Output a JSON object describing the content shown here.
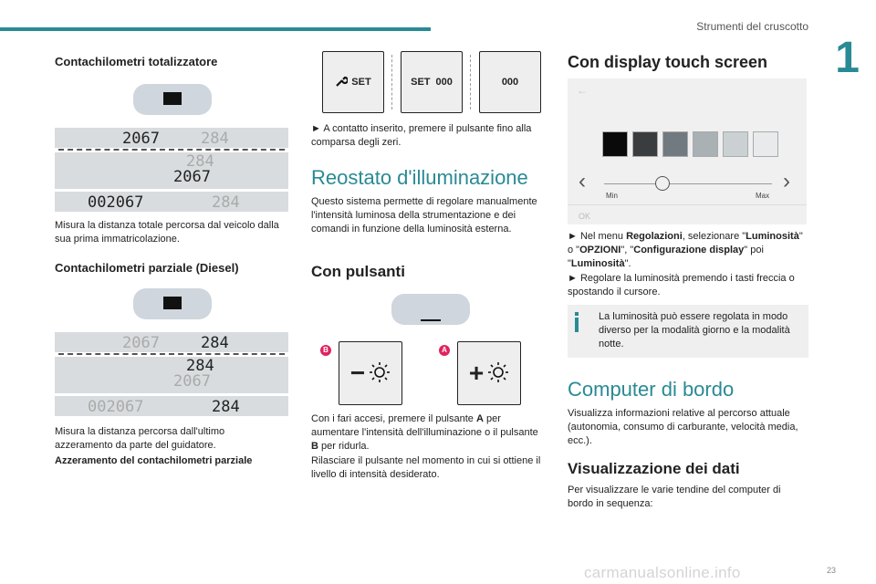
{
  "header": {
    "section": "Strumenti del cruscotto",
    "chapter": "1",
    "page": "23"
  },
  "watermark": "carmanualsonline.info",
  "col1": {
    "title1": "Contachilometri totalizzatore",
    "odo": {
      "strip1_a": "2067",
      "strip1_b": "284",
      "strip2_a": "284",
      "strip2_b": "2067",
      "strip3_a": "002067",
      "strip3_b": "284"
    },
    "desc1": "Misura la distanza totale percorsa dal veicolo dalla sua prima immatricolazione.",
    "title2": "Contachilometri parziale (Diesel)",
    "trip": {
      "strip1_a": "2067",
      "strip1_b": "284",
      "strip2_a": "284",
      "strip2_b": "2067",
      "strip3_a": "002067",
      "strip3_b": "284"
    },
    "desc2": "Misura la distanza percorsa dall'ultimo azzeramento da parte del guidatore.",
    "reset_title": "Azzeramento del contachilometri parziale"
  },
  "col2": {
    "btn_set": "SET",
    "btn_set2": "SET",
    "btn_000": "000",
    "btn_000b": "000",
    "reset_desc": "► A contatto inserito, premere il pulsante fino alla comparsa degli zeri.",
    "rheostat_title": "Reostato d'illuminazione",
    "rheostat_desc": "Questo sistema permette di regolare manualmente l'intensità luminosa della strumentazione e dei comandi in funzione della luminosità esterna.",
    "buttons_title": "Con pulsanti",
    "badge_b": "B",
    "badge_a": "A",
    "buttons_desc1": "Con i fari accesi, premere il pulsante",
    "buttons_desc1_a": "A",
    "buttons_desc1_rest": "per aumentare l'intensità dell'illuminazione o il pulsante",
    "buttons_desc1_b": "B",
    "buttons_desc1_end": "per ridurla.",
    "buttons_desc2": "Rilasciare il pulsante nel momento in cui si ottiene il livello di intensità desiderato."
  },
  "col3": {
    "touch_title": "Con display touch screen",
    "slider_min": "Min",
    "slider_max": "Max",
    "ok": "OK",
    "menu_1": "► Nel menu ",
    "menu_regolazioni": "Regolazioni",
    "menu_2": ", selezionare \"",
    "menu_luminosita": "Luminosità",
    "menu_3": "\" o \"",
    "menu_opzioni": "OPZIONI",
    "menu_4": "\", \"",
    "menu_config": "Configurazione display",
    "menu_5": "\" poi \"",
    "menu_luminosita2": "Luminosità",
    "menu_6": "\".",
    "menu_line2": "► Regolare la luminosità premendo i tasti freccia o spostando il cursore.",
    "info": "La luminosità può essere regolata in modo diverso per la modalità giorno e la modalità notte.",
    "computer_title": "Computer di bordo",
    "computer_desc": "Visualizza informazioni relative al percorso attuale (autonomia, consumo di carburante, velocità media, ecc.).",
    "display_title": "Visualizzazione dei dati",
    "display_desc": "Per visualizzare le varie tendine del computer di bordo in sequenza:"
  },
  "colors": {
    "accent": "#2a8a94",
    "badge": "#e0245e"
  }
}
